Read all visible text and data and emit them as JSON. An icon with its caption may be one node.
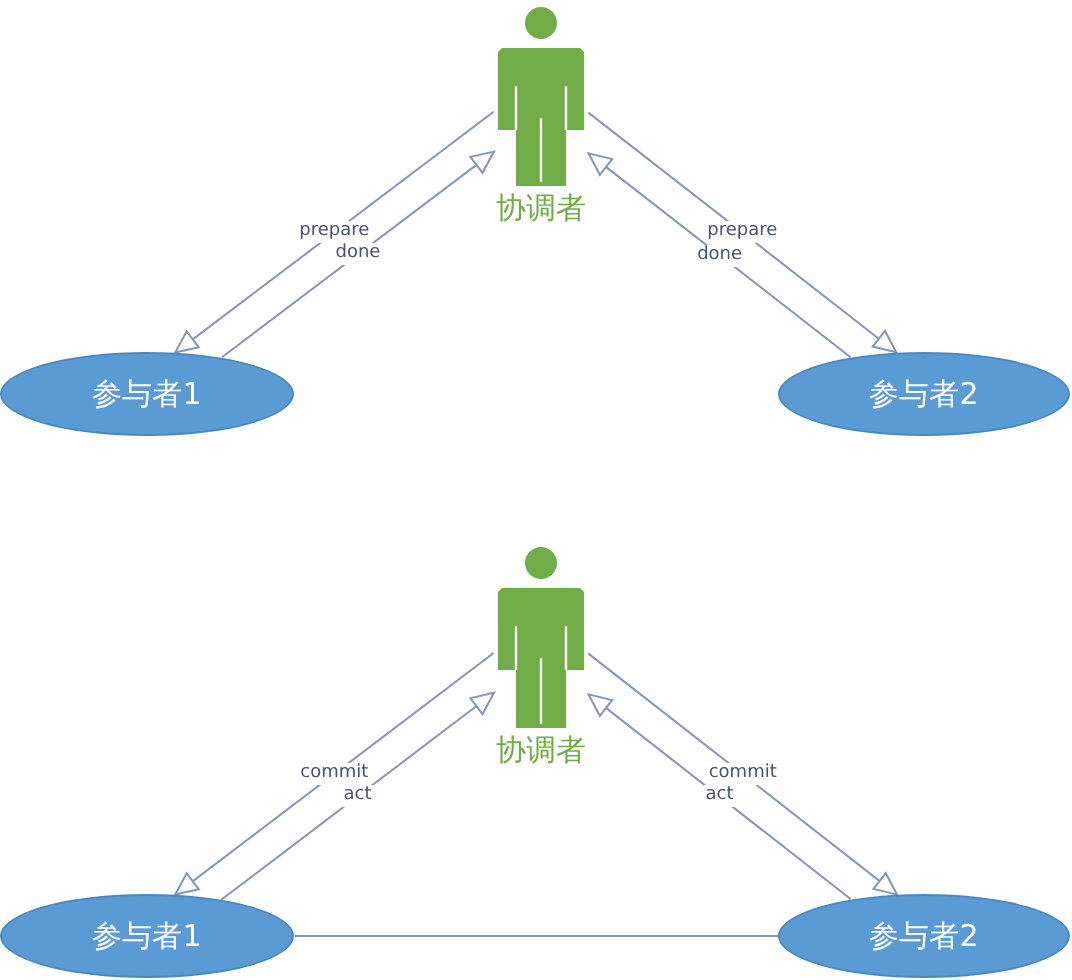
{
  "diagram": {
    "nodes": [
      {
        "text": [],
        "shape": "person",
        "beside": [
          "协调者"
        ]
      },
      {
        "text": [
          "参与者1"
        ]
      },
      {
        "text": [
          "参与者2"
        ]
      },
      {
        "text": [],
        "shape": "person",
        "beside": [
          "协调者"
        ]
      },
      {
        "text": [
          "参与者1"
        ]
      },
      {
        "text": [
          "参与者2"
        ]
      }
    ],
    "edges": [
      {
        "from": 0,
        "to": 1,
        "arrow": "to",
        "label": "prepare"
      },
      {
        "from": 1,
        "to": 0,
        "arrow": "to",
        "label": "done"
      },
      {
        "from": 0,
        "to": 2,
        "arrow": "to",
        "label": "prepare"
      },
      {
        "from": 2,
        "to": 0,
        "arrow": "to",
        "label": "done"
      },
      {
        "from": 3,
        "to": 4,
        "arrow": "to",
        "label": "commit"
      },
      {
        "from": 4,
        "to": 3,
        "arrow": "to",
        "label": "act"
      },
      {
        "from": 3,
        "to": 5,
        "arrow": "to",
        "label": "commit"
      },
      {
        "from": 5,
        "to": 3,
        "arrow": "to",
        "label": "act"
      },
      {
        "from": 4,
        "to": 5,
        "arrow": "none"
      }
    ]
  }
}
